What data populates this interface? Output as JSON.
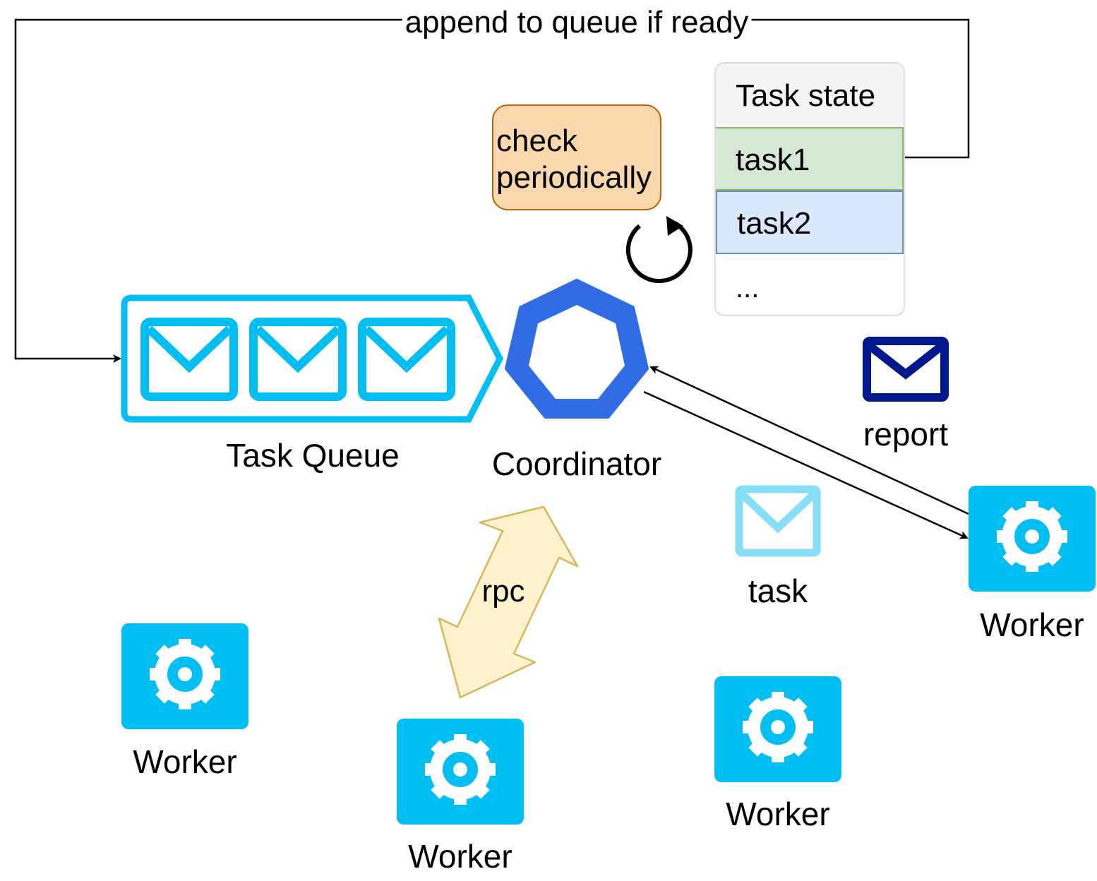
{
  "labels": {
    "loop_edge": "append to queue if ready",
    "task_queue": "Task Queue",
    "coordinator": "Coordinator",
    "report": "report",
    "task": "task",
    "rpc": "rpc",
    "worker": "Worker"
  },
  "check_box": {
    "line1": "check",
    "line2": "periodically"
  },
  "task_state": {
    "header": "Task state",
    "rows": [
      {
        "label": "task1",
        "fill": "#d5e8d4",
        "stroke": "#82b366"
      },
      {
        "label": "task2",
        "fill": "#dae8fc",
        "stroke": "#6c8ebf"
      },
      {
        "label": "...",
        "fill": "#ffffff",
        "stroke": "#dcdcdc"
      }
    ]
  },
  "colors": {
    "queue": "#00bef2",
    "coordinator": "#326ce5",
    "worker": "#00bef2",
    "report_envelope": "#00188d",
    "task_envelope": "#87dff7",
    "rpc_fill": "#fff2cc",
    "rpc_stroke": "#d6b656",
    "check_fill": "#fad7ac",
    "check_stroke": "#b46504"
  },
  "icons": [
    "envelope-icon",
    "gear-icon",
    "refresh-icon",
    "coordinator-icon"
  ]
}
